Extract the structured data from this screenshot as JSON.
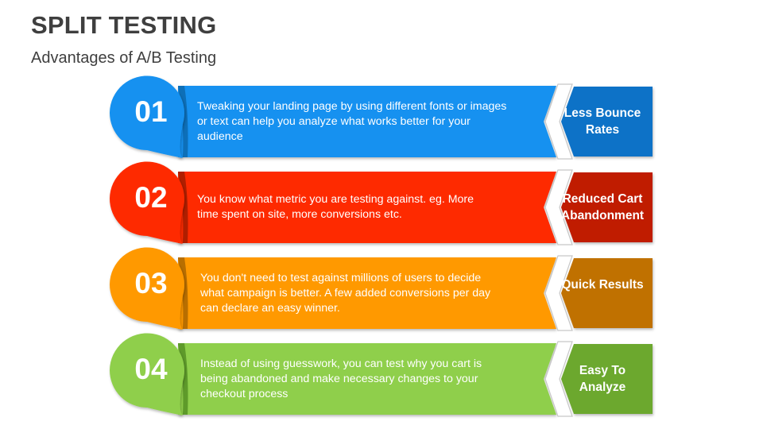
{
  "header": {
    "title": "SPLIT TESTING",
    "subtitle": "Advantages of A/B Testing"
  },
  "rows": [
    {
      "number": "01",
      "description": "Tweaking your landing page by using different fonts or images or text can help you analyze what works better for your audience",
      "tag": "Less Bounce Rates",
      "colors": {
        "main": "#1291f0",
        "dark": "#0d6fb8",
        "tag": "#0f72c7"
      }
    },
    {
      "number": "02",
      "description": "You know what metric you are testing against. eg. More time spent on site, more conversions etc.",
      "tag": "Reduced Cart Abandonment",
      "colors": {
        "main": "#fe2c02",
        "dark": "#b01e00",
        "tag": "#c01e00"
      }
    },
    {
      "number": "03",
      "description": "You don't need to test against millions of users to decide what campaign is better. A few added conversions per day can declare an easy winner.",
      "tag": "Quick Results",
      "colors": {
        "main": "#ff9902",
        "dark": "#b86e00",
        "tag": "#c07100"
      }
    },
    {
      "number": "04",
      "description": "Instead of using guesswork, you can test why you cart is being abandoned and make necessary changes to your checkout process",
      "tag": "Easy To Analyze",
      "colors": {
        "main": "#8fcf4c",
        "dark": "#5e9a2a",
        "tag": "#6ca82e"
      }
    }
  ]
}
